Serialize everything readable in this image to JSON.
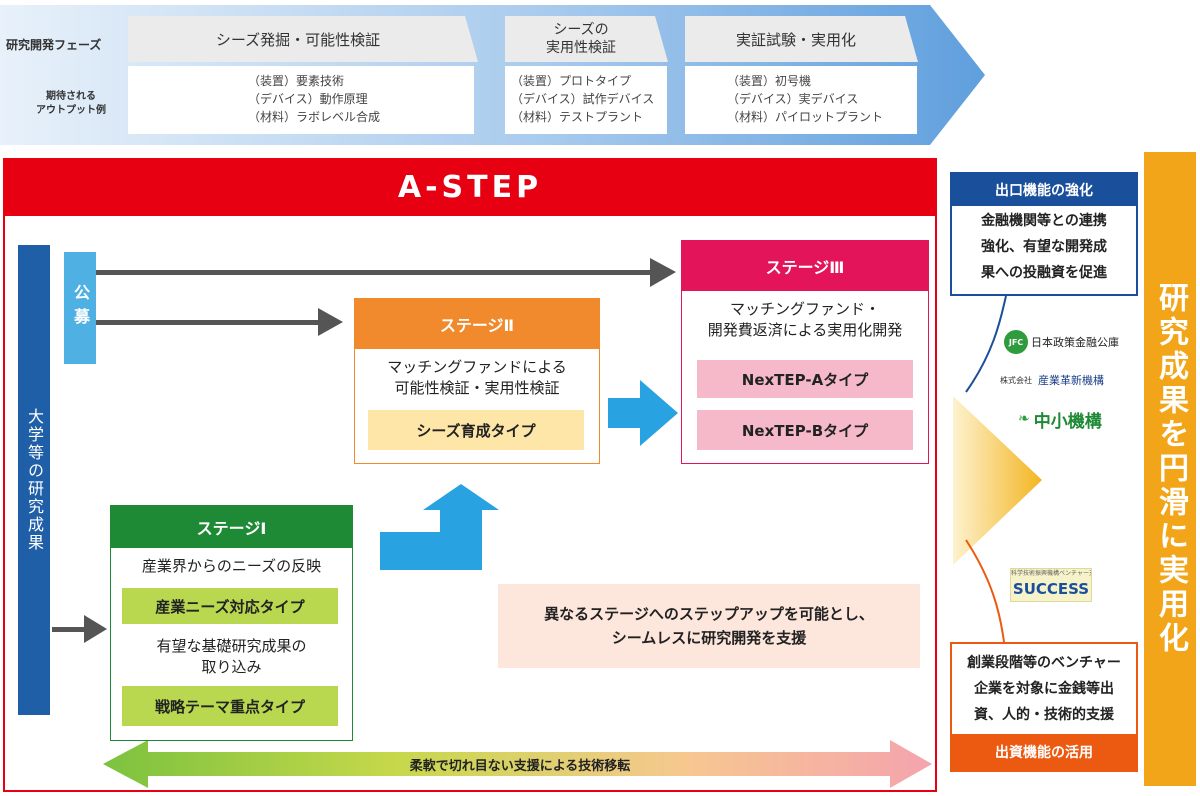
{
  "phases": {
    "row_label": "研究開発フェーズ",
    "output_label": [
      "期待される",
      "アウトプット例"
    ],
    "items": [
      {
        "title": [
          "シーズ発掘・可能性検証"
        ],
        "outputs": [
          "（装置）要素技術",
          "（デバイス）動作原理",
          "（材料）ラボレベル合成"
        ]
      },
      {
        "title": [
          "シーズの",
          "実用性検証"
        ],
        "outputs": [
          "（装置）プロトタイプ",
          "（デバイス）試作デバイス",
          "（材料）テストプラント"
        ]
      },
      {
        "title": [
          "実証試験・実用化"
        ],
        "outputs": [
          "（装置）初号機",
          "（デバイス）実デバイス",
          "（材料）パイロットプラント"
        ]
      }
    ]
  },
  "astep": {
    "title": "A-STEP",
    "university": "大学等の研究成果",
    "koubo": "公募",
    "stage1": {
      "title": "ステージⅠ",
      "desc1": "産業界からのニーズの反映",
      "type1": "産業ニーズ対応タイプ",
      "desc2": [
        "有望な基礎研究成果の",
        "取り込み"
      ],
      "type2": "戦略テーマ重点タイプ"
    },
    "stage2": {
      "title": "ステージⅡ",
      "desc": [
        "マッチングファンドによる",
        "可能性検証・実用性検証"
      ],
      "type": "シーズ育成タイプ"
    },
    "stage3": {
      "title": "ステージⅢ",
      "desc": [
        "マッチングファンド・",
        "開発費返済による実用化開発"
      ],
      "typeA": "NexTEP-Aタイプ",
      "typeB": "NexTEP-Bタイプ"
    },
    "callout": [
      "異なるステージへのステップアップを可能とし、",
      "シームレスに研究開発を支援"
    ],
    "bottom_arrow": "柔軟で切れ目ない支援による技術移転"
  },
  "exit": {
    "title": "出口機能の強化",
    "desc": [
      "金融機関等との連携",
      "強化、有望な開発成",
      "果への投融資を促進"
    ]
  },
  "logos": {
    "jfc_badge": "JFC",
    "jfc": "日本政策金融公庫",
    "inno_small": "株式会社",
    "inno": "産業革新機構",
    "smrj": "中小機構",
    "success_small": "科学技術振興機構ベンチャー支援",
    "success": "SUCCESS"
  },
  "invest": {
    "desc": [
      "創業段階等のベンチャー",
      "企業を対象に金銭等出",
      "資、人的・技術的支援"
    ],
    "title": "出資機能の活用"
  },
  "right_banner": "研究成果を円滑に実用化",
  "colors": {
    "astep_red": "#e60012",
    "stage1": "#1e8a36",
    "stage2": "#f08a2c",
    "stage3": "#e4145a",
    "exit_blue": "#1a4f9c",
    "invest_orange": "#ec5a11",
    "banner_gold": "#f3a519",
    "university_blue": "#1f5fa8",
    "koubo_blue": "#4fb1e3"
  }
}
